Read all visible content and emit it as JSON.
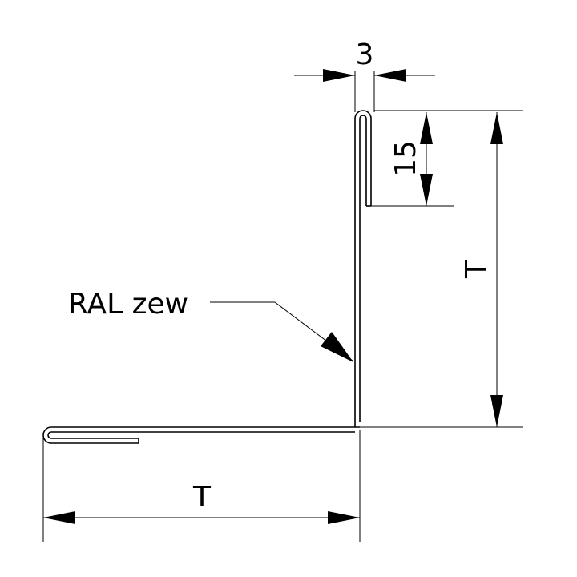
{
  "drawing": {
    "dimensions": {
      "top_gap": "3",
      "hem_length": "15",
      "height": "T",
      "width": "T"
    },
    "callout": {
      "label": "RAL zew"
    }
  }
}
